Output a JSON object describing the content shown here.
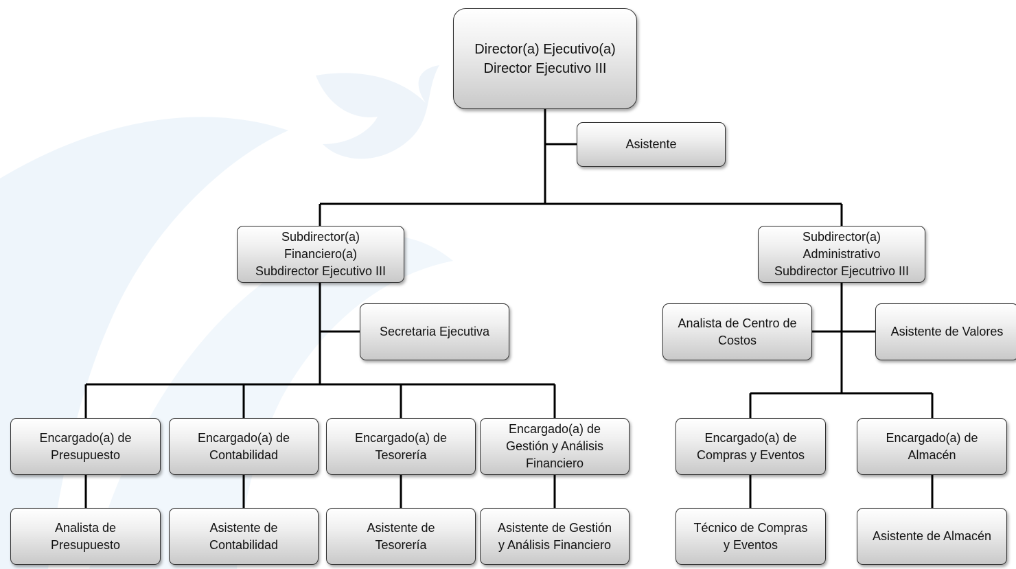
{
  "org_chart": {
    "director": {
      "line1": "Director(a) Ejecutivo(a)",
      "line2": "Director Ejecutivo III"
    },
    "asistente": "Asistente",
    "sub_financiero": "Subdirector(a)\nFinanciero(a)\nSubdirector Ejecutivo III",
    "secretaria": "Secretaria Ejecutiva",
    "sub_administrativo": "Subdirector(a)\nAdministrativo\nSubdirector Ejecutrivo III",
    "analista_costos": "Analista de Centro de\nCostos",
    "asistente_valores": "Asistente de Valores",
    "enc_presupuesto": "Encargado(a) de\nPresupuesto",
    "enc_contabilidad": "Encargado(a) de\nContabilidad",
    "enc_tesoreria": "Encargado(a) de\nTesorería",
    "enc_gestion": "Encargado(a) de\nGestión y Análisis\nFinanciero",
    "enc_compras": "Encargado(a) de\nCompras y Eventos",
    "enc_almacen": "Encargado(a) de\nAlmacén",
    "analista_presupuesto": "Analista de\nPresupuesto",
    "asist_contabilidad": "Asistente de\nContabilidad",
    "asist_tesoreria": "Asistente de\nTesorería",
    "asist_gestion": "Asistente de Gestión\ny Análisis Financiero",
    "tecnico_compras": "Técnico de Compras\ny Eventos",
    "asist_almacen": "Asistente de Almacén"
  },
  "colors": {
    "connector": "#000000",
    "box_border": "#2f2f2f",
    "watermark": "#eaf3fb"
  }
}
